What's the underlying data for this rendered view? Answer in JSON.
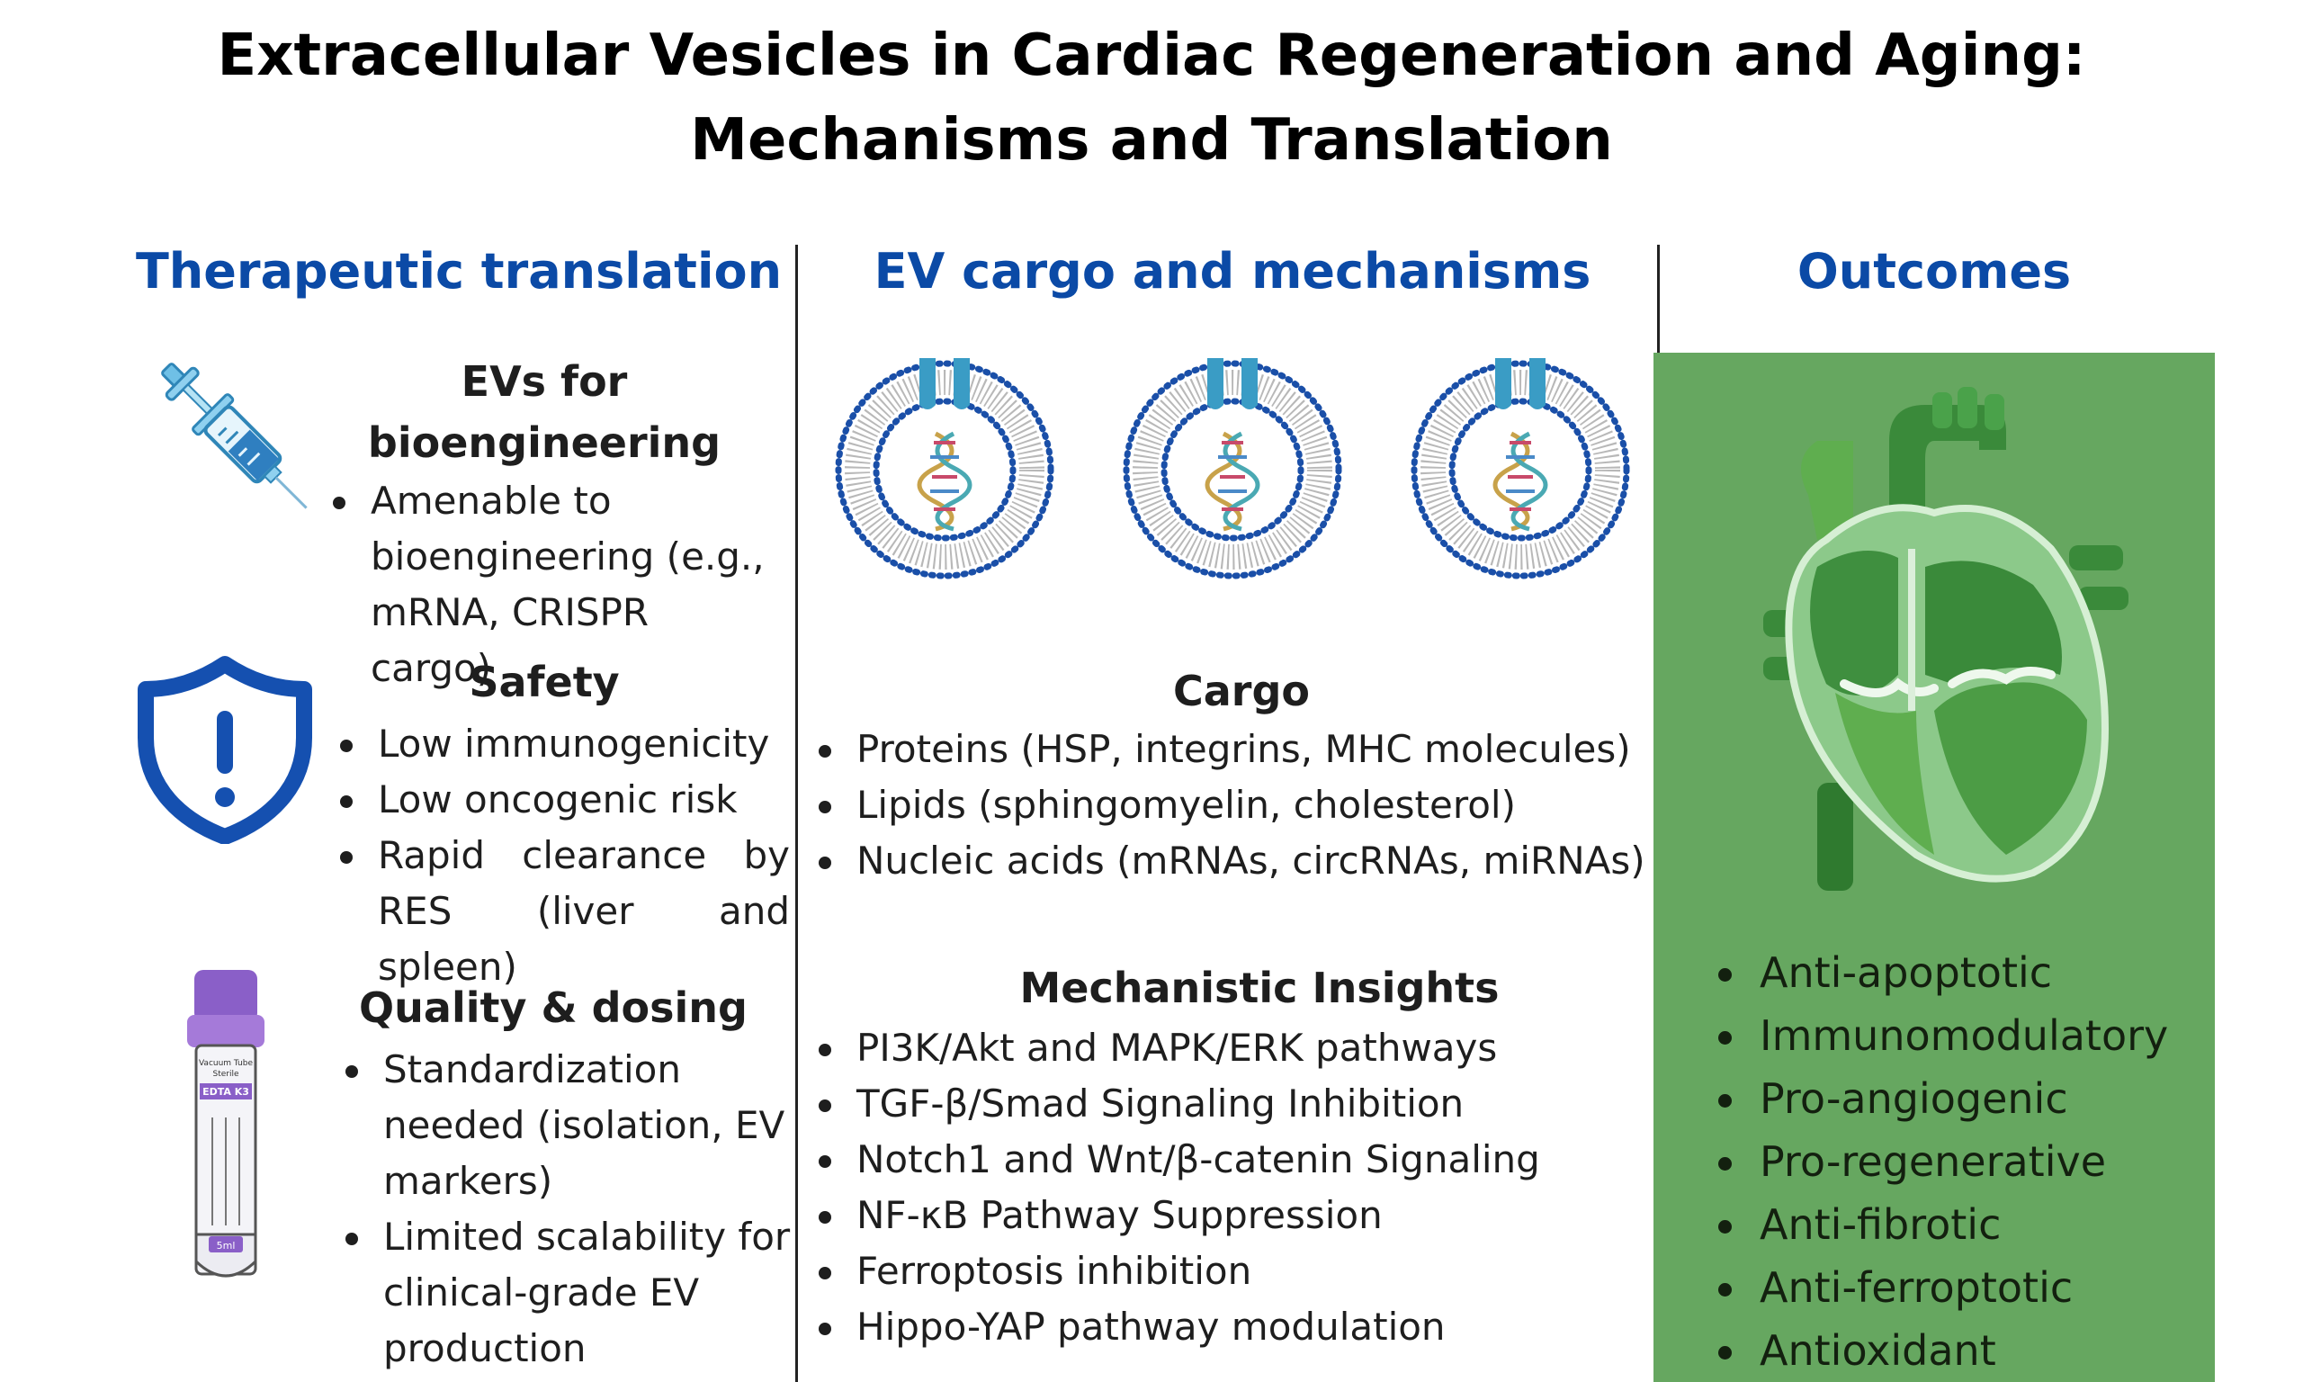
{
  "title": {
    "line1": "Extracellular Vesicles in Cardiac Regeneration and Aging:",
    "line2": "Mechanisms and Translation"
  },
  "columns": {
    "therapeutic": "Therapeutic translation",
    "cargo": "EV cargo and mechanisms",
    "outcomes": "Outcomes"
  },
  "bioengineering": {
    "title_line1": "EVs for",
    "title_line2": "bioengineering",
    "items": [
      "Amenable to bioengineering (e.g., mRNA, CRISPR cargo)"
    ]
  },
  "safety": {
    "title": "Safety",
    "items": [
      "Low immunogenicity",
      "Low oncogenic risk",
      "Rapid clearance by RES (liver and spleen)"
    ]
  },
  "quality": {
    "title": "Quality & dosing",
    "items": [
      "Standardization needed (isolation, EV markers)",
      "Limited scalability for clinical-grade EV production"
    ]
  },
  "cargo": {
    "title": "Cargo",
    "items": [
      "Proteins (HSP, integrins, MHC molecules)",
      "Lipids (sphingomyelin, cholesterol)",
      "Nucleic acids (mRNAs, circRNAs, miRNAs)"
    ]
  },
  "mechanisms": {
    "title": "Mechanistic Insights",
    "items": [
      "PI3K/Akt and MAPK/ERK pathways",
      "TGF-β/Smad Signaling Inhibition",
      "Notch1 and Wnt/β-catenin Signaling",
      "NF-κB Pathway Suppression",
      "Ferroptosis inhibition",
      "Hippo-YAP pathway modulation"
    ]
  },
  "outcomes": {
    "items": [
      "Anti-apoptotic",
      "Immunomodulatory",
      "Pro-angiogenic",
      "Pro-regenerative",
      "Anti-fibrotic",
      "Anti-ferroptotic",
      "Antioxidant"
    ]
  },
  "tube": {
    "brand_line1": "Vacuum Tube",
    "brand_line2": "Sterile",
    "label": "EDTA K3",
    "volume": "5ml"
  },
  "icons": {
    "syringe": "syringe-icon",
    "shield": "shield-warning-icon",
    "tube": "blood-tube-icon",
    "vesicle": "extracellular-vesicle-icon",
    "heart": "heart-anatomy-icon"
  },
  "colors": {
    "heading_blue": "#0b4aa6",
    "panel_green": "#66a760",
    "shield_blue": "#1550b0",
    "vesicle_blue": "#1a4fa8",
    "tube_cap": "#8a5fc8"
  }
}
